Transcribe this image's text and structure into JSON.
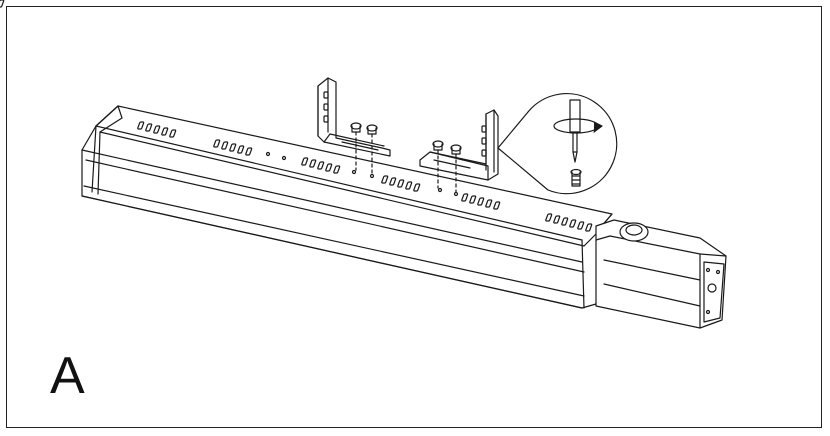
{
  "figure": {
    "step_label": "A",
    "colors": {
      "line": "#1a1a1a",
      "background": "#ffffff"
    },
    "parts": [
      "heater-body",
      "mounting-bracket-left",
      "mounting-bracket-right",
      "screws",
      "screwdriver-detail-callout",
      "end-cap-with-knob"
    ]
  }
}
